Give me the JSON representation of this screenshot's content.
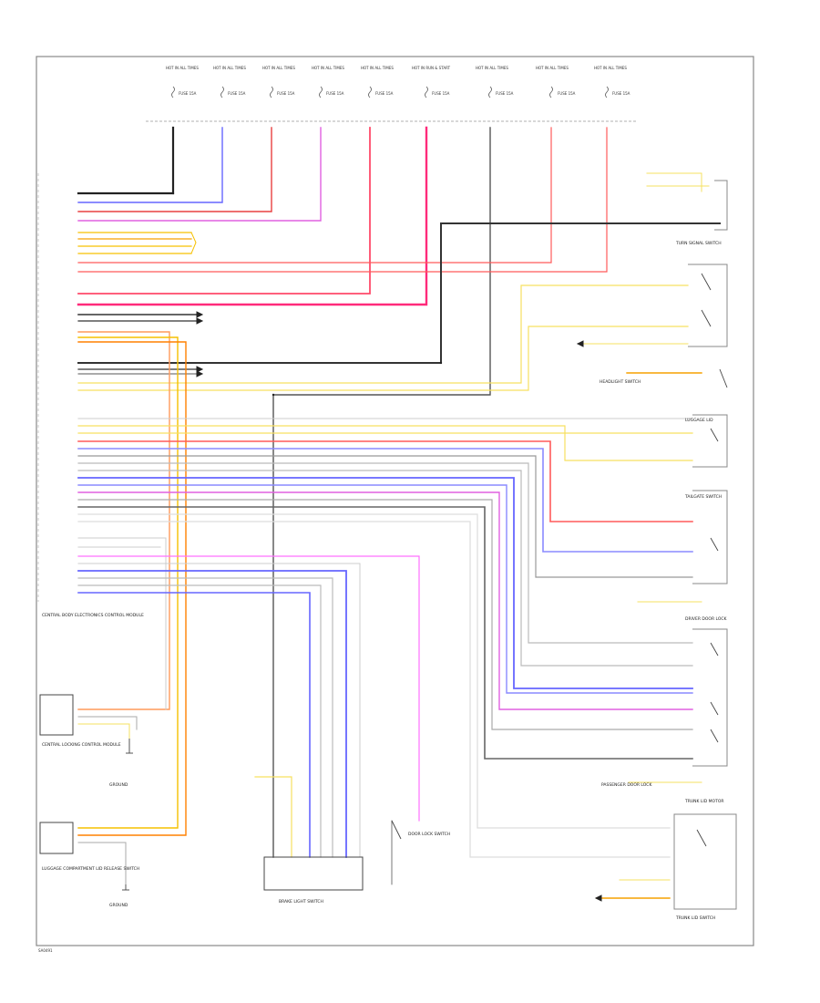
{
  "diagram": {
    "footer_code": "SA0491",
    "fuses": [
      {
        "id": "f1",
        "label": "FUSE 15A"
      },
      {
        "id": "f2",
        "label": "FUSE 15A"
      },
      {
        "id": "f3",
        "label": "FUSE 15A"
      },
      {
        "id": "f4",
        "label": "FUSE 15A"
      },
      {
        "id": "f5",
        "label": "FUSE 15A"
      },
      {
        "id": "f6",
        "label": "FUSE 15A"
      },
      {
        "id": "f7",
        "label": "FUSE 15A"
      },
      {
        "id": "f8",
        "label": "FUSE 15A"
      },
      {
        "id": "f9",
        "label": "FUSE 15A"
      }
    ],
    "hot_labels": [
      "HOT IN ALL TIMES",
      "HOT IN ALL TIMES",
      "HOT IN ALL TIMES",
      "HOT IN ALL TIMES",
      "HOT IN ALL TIMES",
      "HOT IN RUN & START",
      "HOT IN ALL TIMES",
      "HOT IN ALL TIMES",
      "HOT IN ALL TIMES"
    ],
    "component_labels": {
      "central_module": "CENTRAL BODY ELECTRONICS CONTROL MODULE",
      "left_switch": "LUGGAGE COMPARTMENT LID RELEASE SWITCH",
      "left_module": "CENTRAL LOCKING CONTROL MODULE",
      "ground1": "GROUND",
      "ground2": "GROUND",
      "bottom_center": "BRAKE LIGHT SWITCH",
      "trunk_lock": "TRUNK LID SWITCH",
      "door_lock_switch": "DOOR LOCK SWITCH",
      "right_top": "TURN SIGNAL SWITCH",
      "right_2": "HEADLIGHT SWITCH",
      "right_3": "LUGGAGE LID",
      "right_4": "TAILGATE SWITCH",
      "right_5": "DRIVER DOOR LOCK",
      "right_6": "PASSENGER DOOR LOCK",
      "right_7": "TRUNK LID MOTOR"
    }
  }
}
